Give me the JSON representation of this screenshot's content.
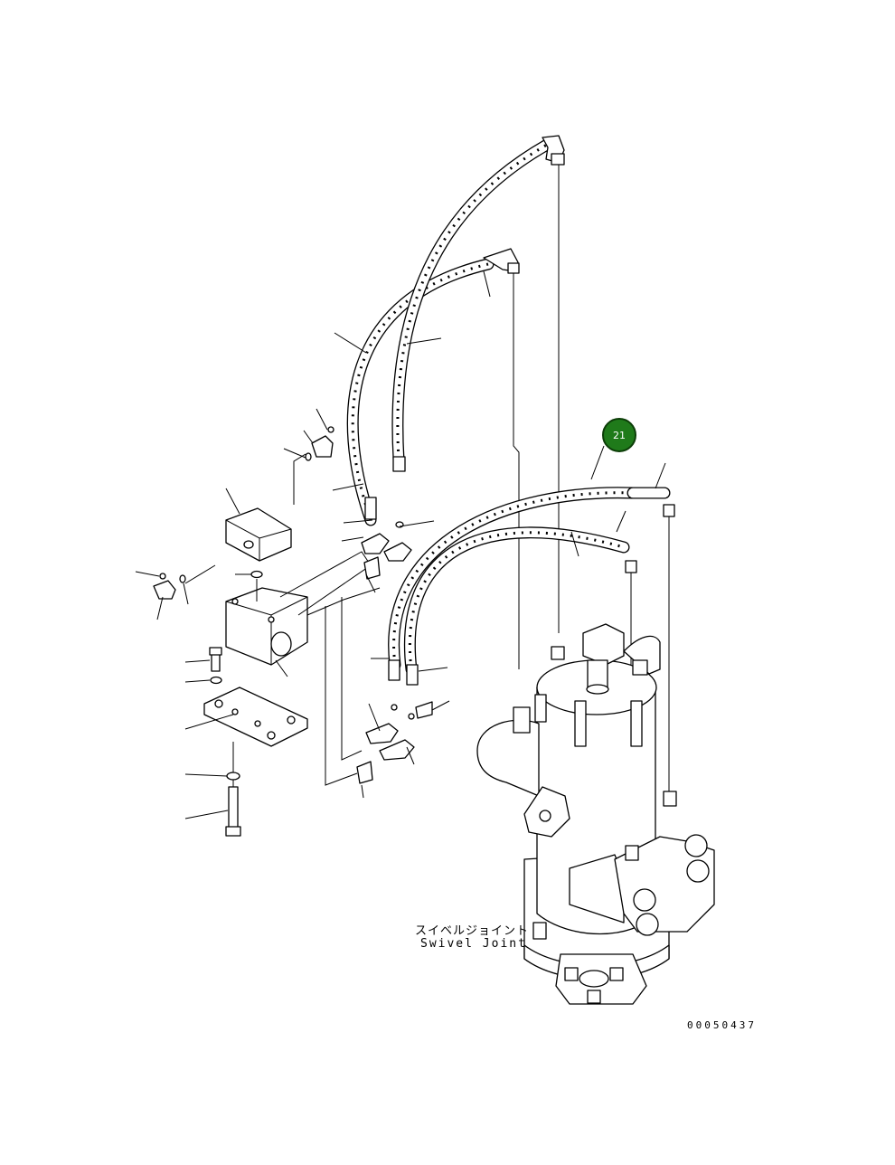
{
  "diagram": {
    "component_label_jp": "スイベルジョイント",
    "component_label_en": "Swivel Joint",
    "drawing_number": "00050437",
    "callout": {
      "number": "21",
      "color": "#1f7a1a"
    }
  }
}
